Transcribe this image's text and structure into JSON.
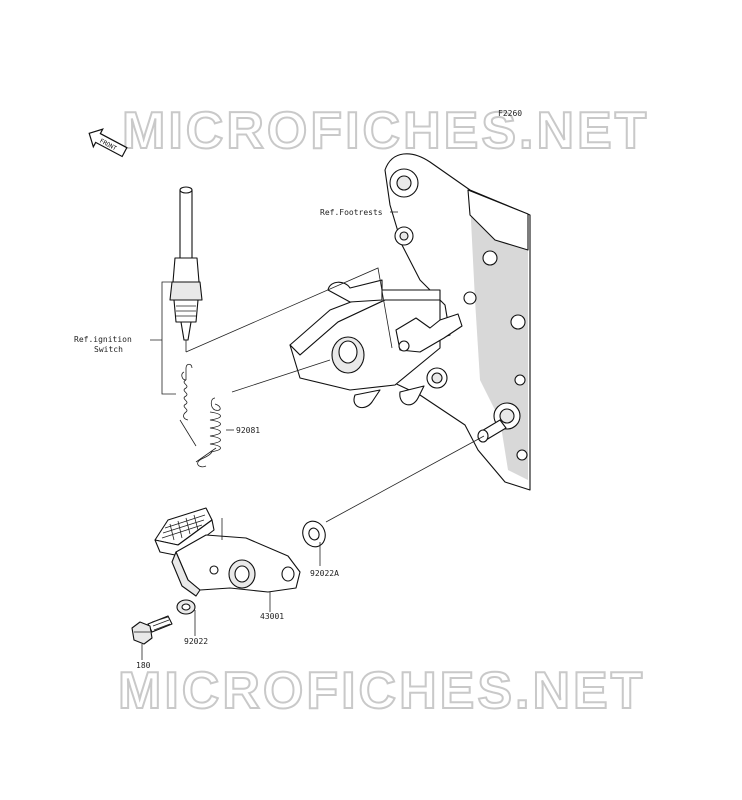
{
  "diagram_code": "F2260",
  "front_arrow_label": "FRONT",
  "watermarks": [
    "MICROFICHES.NET",
    "MICROFICHES.NET"
  ],
  "labels": {
    "ref_footrests": "Ref.Footrests",
    "ref_ignition_line1": "Ref.ignition",
    "ref_ignition_line2": "Switch",
    "part_92081": "92081",
    "part_92022A": "92022A",
    "part_43001": "43001",
    "part_92022": "92022",
    "part_180": "180"
  }
}
